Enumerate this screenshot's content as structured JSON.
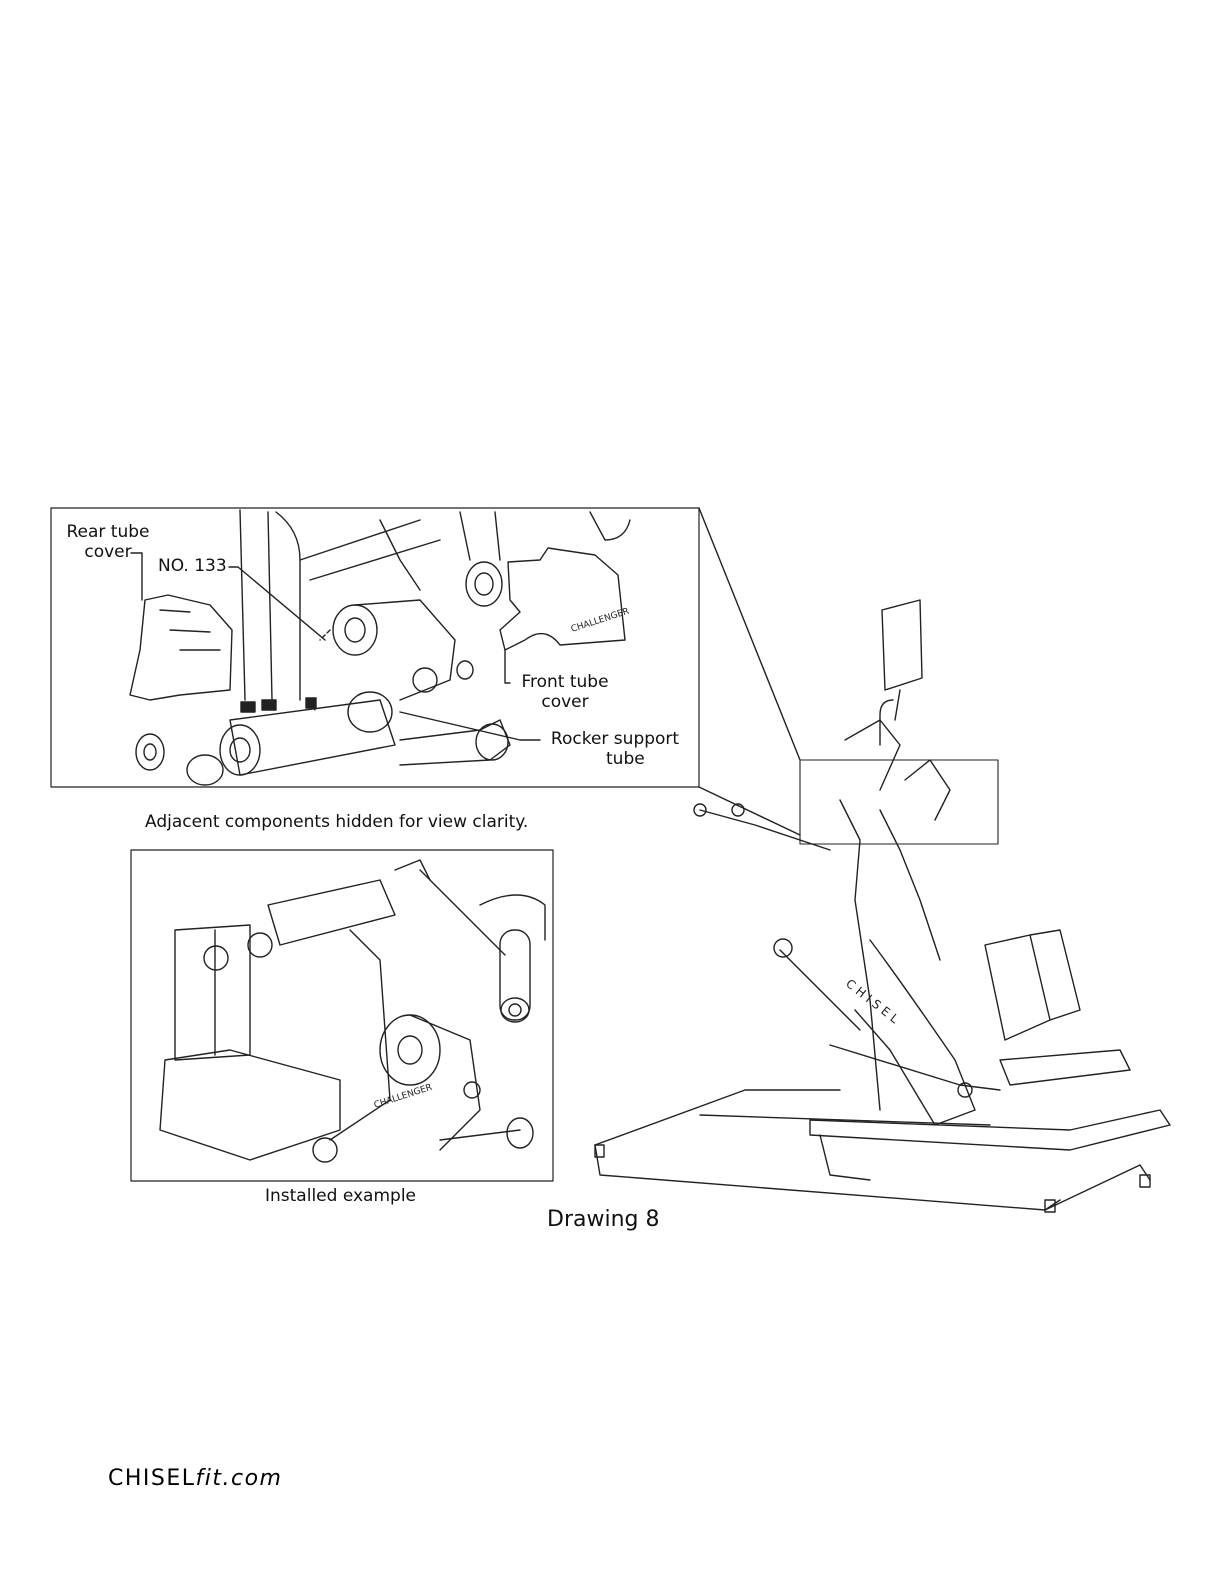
{
  "callouts": {
    "rear_tube_cover": [
      "Rear tube",
      "cover"
    ],
    "no_133": "NO. 133",
    "front_tube_cover": [
      "Front tube",
      "cover"
    ],
    "rocker_support_tube": [
      "Rocker support",
      "tube"
    ]
  },
  "captions": {
    "detail_note": "Adjacent components hidden for view clarity.",
    "installed_example": "Installed example",
    "drawing_title": "Drawing 8"
  },
  "part_markings": {
    "cover_text": "CHALLENGER",
    "frame_text": "CHISEL"
  },
  "footer": {
    "brand_main": "CHISEL",
    "brand_suffix": "fit.com"
  }
}
